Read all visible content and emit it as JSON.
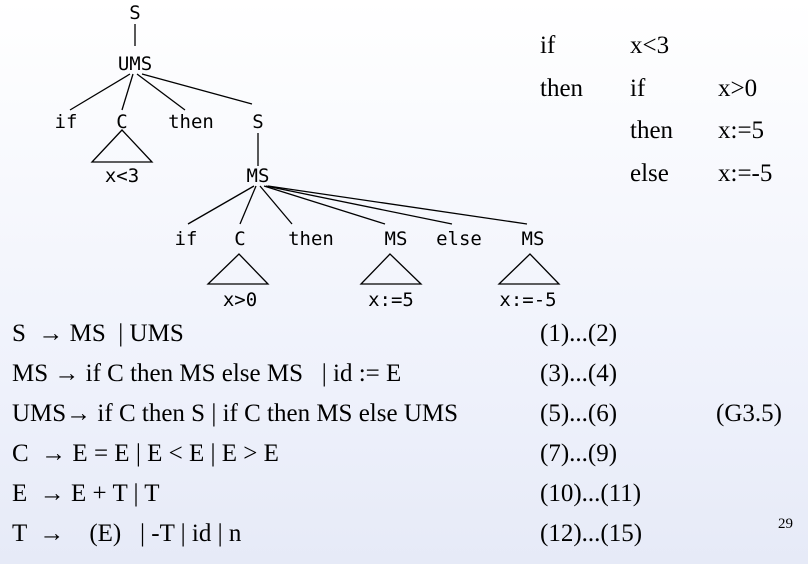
{
  "tree": {
    "root": "S",
    "ums": "UMS",
    "l1": {
      "if": "if",
      "c": "C",
      "then": "then",
      "s": "S",
      "c_sub": "x<3"
    },
    "ms": "MS",
    "l2": {
      "if": "if",
      "c": "C",
      "then": "then",
      "ms1": "MS",
      "else": "else",
      "ms2": "MS",
      "c_sub": "x>0",
      "ms1_sub": "x:=5",
      "ms2_sub": "x:=-5"
    }
  },
  "code": {
    "line1": {
      "kw": "if",
      "expr": "x<3"
    },
    "line2": {
      "kw": "then",
      "kw2": "if",
      "expr": "x>0"
    },
    "line3": {
      "kw": "then",
      "expr": "x:=5"
    },
    "line4": {
      "kw": "else",
      "expr": "x:=-5"
    }
  },
  "grammar": {
    "label": "(G3.5)",
    "rules": [
      {
        "text": "S  → MS  | UMS",
        "num": "(1)...(2)"
      },
      {
        "text": "MS → if C then MS else MS   | id := E",
        "num": "(3)...(4)"
      },
      {
        "text": "UMS→ if C then S | if C then MS else UMS",
        "num": "(5)...(6)"
      },
      {
        "text": "C  → E = E | E < E | E > E",
        "num": "(7)...(9)"
      },
      {
        "text": "E  → E + T | T",
        "num": "(10)...(11)"
      },
      {
        "text": "T  →    (E)   | -T | id | n",
        "num": "(12)...(15)"
      }
    ]
  },
  "page_number": "29"
}
